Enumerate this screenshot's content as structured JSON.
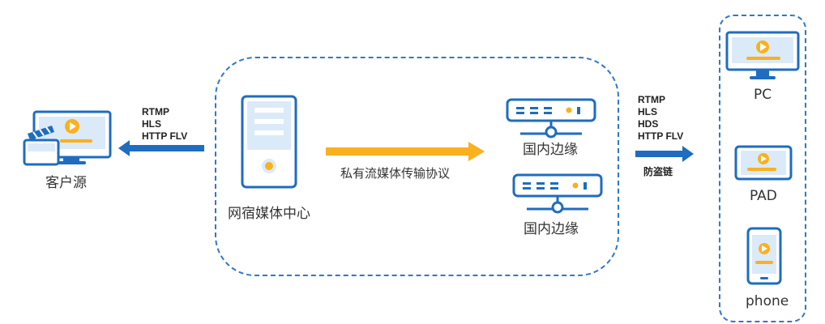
{
  "source": {
    "label": "客户源"
  },
  "protocols_left": [
    "RTMP",
    "HLS",
    "HTTP FLV"
  ],
  "center": {
    "label": "网宿媒体中心"
  },
  "transfer": {
    "label": "私有流媒体传输协议"
  },
  "edges": [
    {
      "label": "国内边缘"
    },
    {
      "label": "国内边缘"
    }
  ],
  "protocols_right": [
    "RTMP",
    "HLS",
    "HDS",
    "HTTP FLV"
  ],
  "anti_leech": "防盗链",
  "devices": [
    {
      "label": "PC"
    },
    {
      "label": "PAD"
    },
    {
      "label": "phone"
    }
  ],
  "colors": {
    "blue": "#1f6cc0",
    "light_blue": "#dbeaf8",
    "orange": "#fbb01e",
    "dash": "#2f78c8"
  }
}
